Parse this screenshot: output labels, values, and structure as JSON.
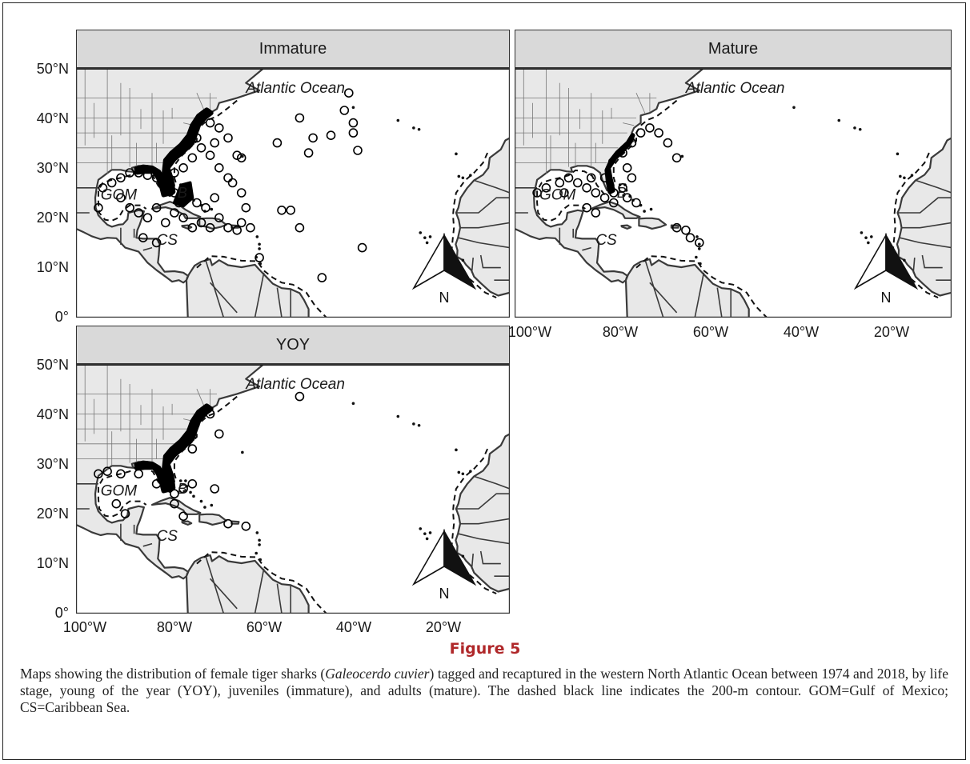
{
  "panels": [
    {
      "id": "immature",
      "label": "Immature"
    },
    {
      "id": "mature",
      "label": "Mature"
    },
    {
      "id": "yoy",
      "label": "YOY"
    }
  ],
  "map_labels": {
    "ocean": "Atlantic Ocean",
    "gom": "GOM",
    "cs": "CS",
    "bahamas": "B",
    "north": "N"
  },
  "axes": {
    "y_ticks": [
      "50°N",
      "40°N",
      "30°N",
      "20°N",
      "10°N",
      "0°"
    ],
    "x_ticks": [
      "100°W",
      "80°W",
      "60°W",
      "40°W",
      "20°W"
    ],
    "x_range_deg": [
      -102,
      -5
    ],
    "y_range_deg": [
      0,
      50
    ]
  },
  "colors": {
    "land": "#e8e8e8",
    "border": "#3a3a3a",
    "strip": "#d9d9d9",
    "points": "#000000",
    "title": "#b0282a"
  },
  "figure": {
    "title": "Figure 5",
    "caption_pre": "Maps showing the distribution of female tiger sharks (",
    "caption_species": "Galeocerdo cuvier",
    "caption_post": ") tagged and recaptured in the western North Atlantic Ocean between 1974 and 2018, by life stage, young of the year (YOY), juveniles (immature), and adults (mature). The dashed black line indicates the 200-m contour. GOM=Gulf of Mexico; CS=Caribbean Sea."
  },
  "recaptures": {
    "immature": [
      [
        -65,
        32
      ],
      [
        -66,
        32.5
      ],
      [
        -57,
        35
      ],
      [
        -52,
        40
      ],
      [
        -49,
        36
      ],
      [
        -45,
        36.5
      ],
      [
        -50,
        33
      ],
      [
        -42,
        41.5
      ],
      [
        -41,
        45
      ],
      [
        -40,
        39
      ],
      [
        -40,
        37
      ],
      [
        -39,
        33.5
      ],
      [
        -38,
        14
      ],
      [
        -47,
        8
      ],
      [
        -52,
        18
      ],
      [
        -54,
        21.5
      ],
      [
        -56,
        21.5
      ],
      [
        -64,
        22
      ],
      [
        -65,
        25
      ],
      [
        -65,
        19
      ],
      [
        -61,
        12
      ],
      [
        -67,
        27
      ],
      [
        -68,
        28
      ],
      [
        -70,
        30
      ],
      [
        -72,
        32.5
      ],
      [
        -71,
        35
      ],
      [
        -68,
        36
      ],
      [
        -70,
        38
      ],
      [
        -72,
        39
      ],
      [
        -75,
        36
      ],
      [
        -74,
        34
      ],
      [
        -76,
        32
      ],
      [
        -78,
        30
      ],
      [
        -80,
        29
      ],
      [
        -82,
        27
      ],
      [
        -84,
        28
      ],
      [
        -86,
        28.5
      ],
      [
        -88,
        29
      ],
      [
        -90,
        29
      ],
      [
        -92,
        28
      ],
      [
        -94,
        27
      ],
      [
        -96,
        26
      ],
      [
        -97,
        22
      ],
      [
        -92,
        24
      ],
      [
        -90,
        22
      ],
      [
        -88,
        21
      ],
      [
        -86,
        20
      ],
      [
        -84,
        22
      ],
      [
        -82,
        19
      ],
      [
        -80,
        21
      ],
      [
        -78,
        20
      ],
      [
        -76,
        18
      ],
      [
        -74,
        19
      ],
      [
        -72,
        18
      ],
      [
        -70,
        20
      ],
      [
        -68,
        18
      ],
      [
        -66,
        17.5
      ],
      [
        -63,
        18
      ],
      [
        -87,
        16
      ],
      [
        -84,
        15
      ],
      [
        -80,
        25
      ],
      [
        -79,
        23
      ],
      [
        -77,
        24
      ],
      [
        -75,
        23
      ],
      [
        -73,
        22
      ],
      [
        -71,
        24
      ]
    ],
    "mature": [
      [
        -66,
        32
      ],
      [
        -68,
        35
      ],
      [
        -70,
        37
      ],
      [
        -72,
        38
      ],
      [
        -74,
        37
      ],
      [
        -76,
        35
      ],
      [
        -78,
        33
      ],
      [
        -77,
        30
      ],
      [
        -76,
        28
      ],
      [
        -78,
        26
      ],
      [
        -80,
        25
      ],
      [
        -82,
        24
      ],
      [
        -84,
        25
      ],
      [
        -86,
        26
      ],
      [
        -88,
        27
      ],
      [
        -90,
        28
      ],
      [
        -92,
        27
      ],
      [
        -95,
        26
      ],
      [
        -97,
        25
      ],
      [
        -91,
        25
      ],
      [
        -86,
        22
      ],
      [
        -84,
        21
      ],
      [
        -80,
        23
      ],
      [
        -77,
        24
      ],
      [
        -75,
        23
      ],
      [
        -66,
        18
      ],
      [
        -64,
        17.5
      ],
      [
        -63,
        16
      ],
      [
        -61,
        15
      ],
      [
        -82,
        28
      ],
      [
        -85,
        28
      ]
    ],
    "yoy": [
      [
        -52,
        43.5
      ],
      [
        -71,
        25
      ],
      [
        -70,
        36
      ],
      [
        -76,
        33
      ],
      [
        -84,
        26
      ],
      [
        -88,
        28
      ],
      [
        -92,
        28
      ],
      [
        -95,
        28.5
      ],
      [
        -97,
        28
      ],
      [
        -93,
        22
      ],
      [
        -91,
        20
      ],
      [
        -81,
        26
      ],
      [
        -80,
        24
      ],
      [
        -78,
        25
      ],
      [
        -76,
        26
      ],
      [
        -80,
        22
      ],
      [
        -78,
        19.5
      ],
      [
        -68,
        18
      ],
      [
        -64,
        17.5
      ],
      [
        -72,
        40
      ]
    ]
  }
}
